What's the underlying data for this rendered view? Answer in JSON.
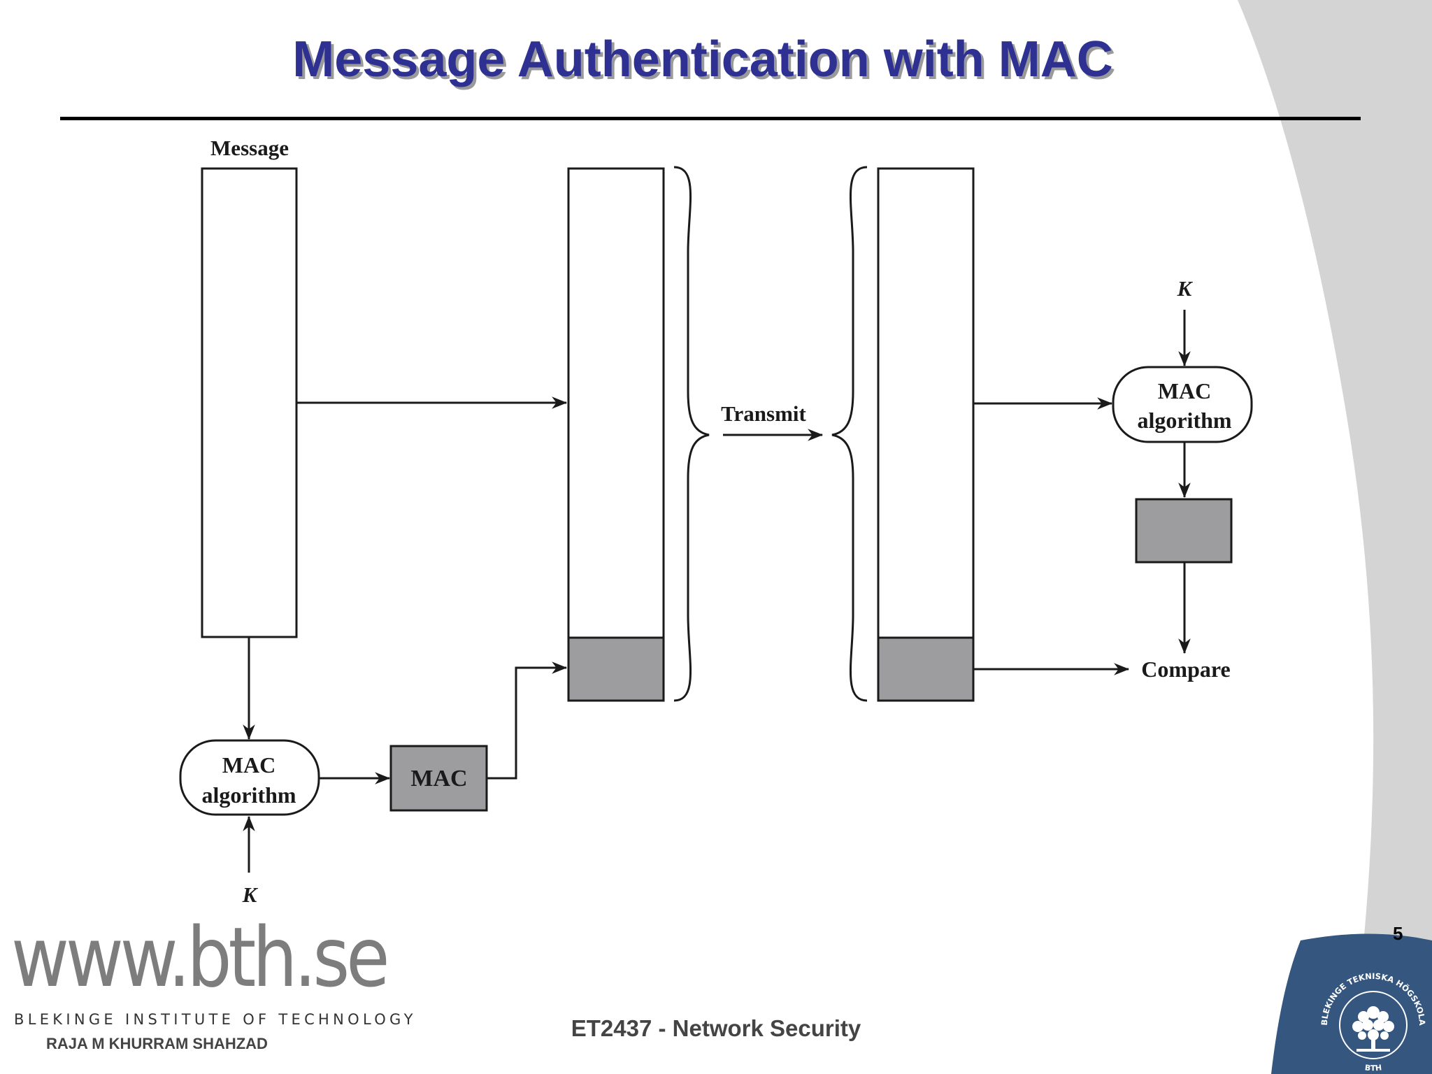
{
  "slide": {
    "title": "Message Authentication with MAC",
    "page_number": "5"
  },
  "diagram": {
    "message_label": "Message",
    "sender_key": "K",
    "sender_mac_algorithm_line1": "MAC",
    "sender_mac_algorithm_line2": "algorithm",
    "mac_box_label": "MAC",
    "transmit_label": "Transmit",
    "receiver_key": "K",
    "receiver_mac_algorithm_line1": "MAC",
    "receiver_mac_algorithm_line2": "algorithm",
    "compare_label": "Compare"
  },
  "footer": {
    "url": "www.bth.se",
    "institute": "BLEKINGE INSTITUTE OF TECHNOLOGY",
    "author": "RAJA M KHURRAM SHAHZAD",
    "course": "ET2437 - Network Security",
    "seal_text_top": "BLEKINGE TEKNISKA HÖGSKOLA",
    "seal_text_bottom": "BTH"
  },
  "colors": {
    "title": "#2e3192",
    "mac_fill": "#9d9c9f",
    "side_band": "#d4d4d5",
    "seal_blue": "#34567f"
  }
}
